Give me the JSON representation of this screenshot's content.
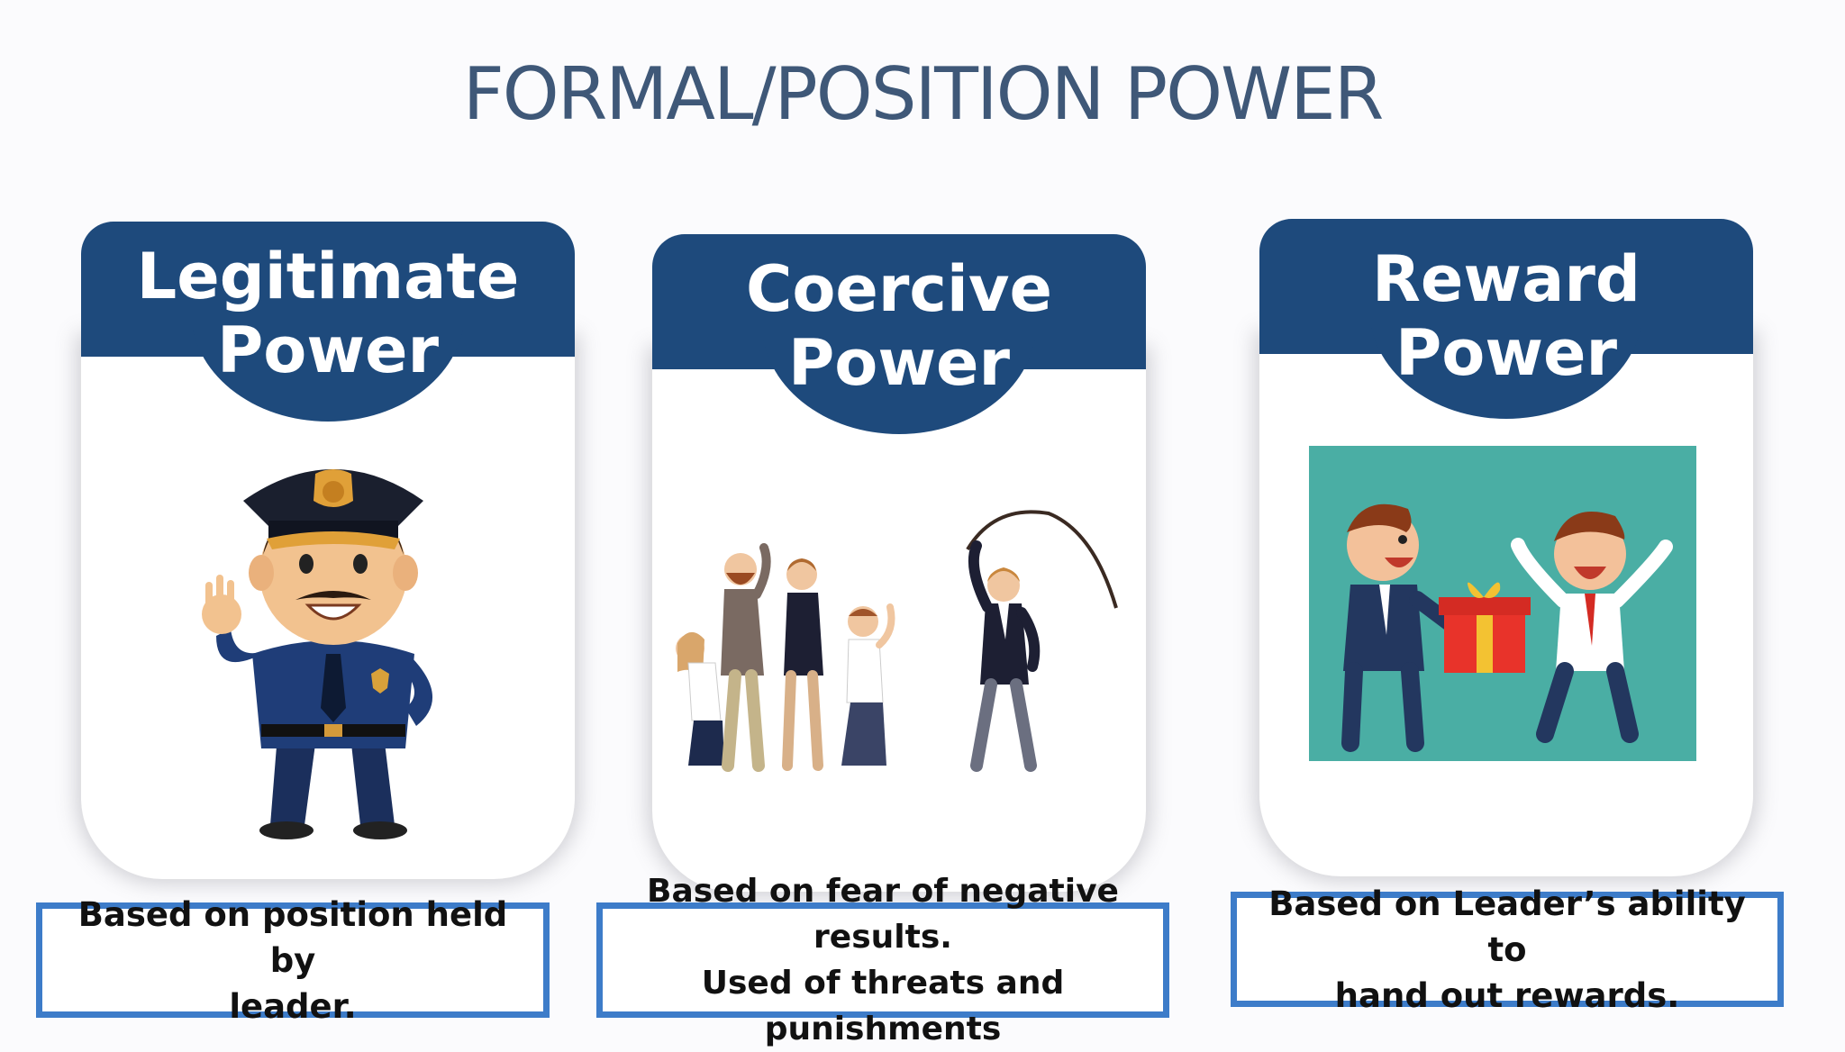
{
  "slide": {
    "title": "FORMAL/POSITION POWER"
  },
  "cards": [
    {
      "label_line1": "Legitimate",
      "label_line2": "Power",
      "illustration": "police-officer-illustration",
      "description_line1": "Based on position held by",
      "description_line2": "leader."
    },
    {
      "label_line1": "Coercive",
      "label_line2": "Power",
      "illustration": "coercion-whip-illustration",
      "description_line1": "Based on fear of negative results.",
      "description_line2": "Used of threats and punishments"
    },
    {
      "label_line1": "Reward Power",
      "illustration": "gift-giving-illustration",
      "description_line1": "Based on Leader’s ability to",
      "description_line2": "hand out rewards."
    }
  ],
  "colors": {
    "title": "#3f5878",
    "tab": "#1e4a7c",
    "box_border": "#3d7cc9"
  }
}
